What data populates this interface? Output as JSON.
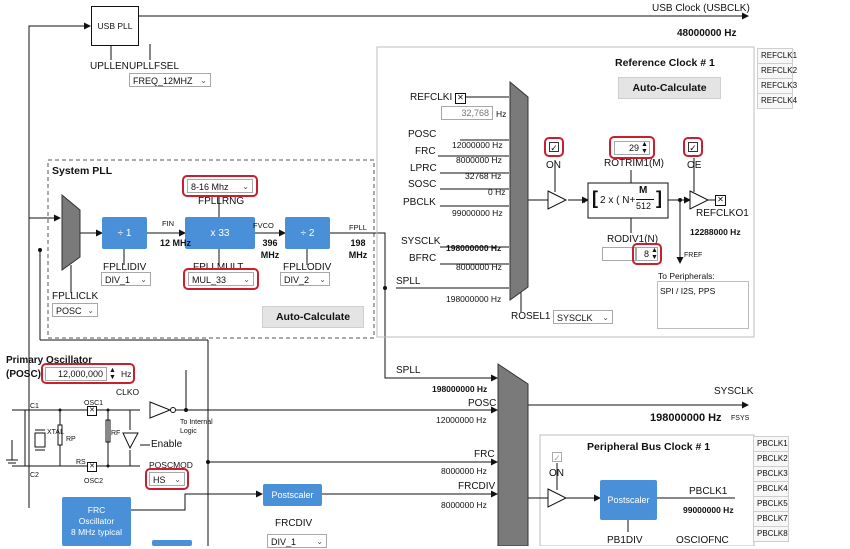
{
  "usb": {
    "pll_label": "USB PLL",
    "clock_label": "USB Clock (USBCLK)",
    "clock_value": "48000000 Hz",
    "upllen": "UPLLEN",
    "upllfsel": "UPLLFSEL",
    "upllfsel_value": "FREQ_12MHZ"
  },
  "sys_pll": {
    "title": "System PLL",
    "div1_label": "÷ 1",
    "mul_label": "x 33",
    "div2_label": "÷ 2",
    "fin": "FIN",
    "fin_value": "12 MHz",
    "fvco": "FVCO",
    "fvco_value": "396 MHz",
    "fpll": "FPLL",
    "fpll_value": "198 MHz",
    "fpllrng": "FPLLRNG",
    "fpllrng_value": "8-16 Mhz",
    "fpllidiv": "FPLLIDIV",
    "fpllidiv_value": "DIV_1",
    "fpllmult": "FPLLMULT",
    "fpllmult_value": "MUL_33",
    "fpllodiv": "FPLLODIV",
    "fpllodiv_value": "DIV_2",
    "fpllclk": "FPLLICLK",
    "fpllclk_value": "POSC",
    "auto_calc": "Auto-Calculate"
  },
  "refclk": {
    "title": "Reference Clock # 1",
    "auto_calc": "Auto-Calculate",
    "tabs": [
      "REFCLK1",
      "REFCLK2",
      "REFCLK3",
      "REFCLK4"
    ],
    "refclki": "REFCLKI",
    "refclki_value": "32,768",
    "hz": "Hz",
    "inputs": [
      {
        "name": "POSC",
        "value": "12000000 Hz"
      },
      {
        "name": "FRC",
        "value": "8000000 Hz"
      },
      {
        "name": "LPRC",
        "value": "32768 Hz"
      },
      {
        "name": "SOSC",
        "value": "0 Hz"
      },
      {
        "name": "PBCLK",
        "value": "99000000 Hz"
      },
      {
        "name": "SYSCLK",
        "value": "198000000 Hz"
      },
      {
        "name": "BFRC",
        "value": "8000000 Hz"
      },
      {
        "name": "SPLL",
        "value": "198000000 Hz"
      }
    ],
    "on": "ON",
    "rotrim_label": "ROTRIM1(M)",
    "rotrim_value": "29",
    "formula_main": "2 x ( N+",
    "formula_m": "M",
    "formula_512": "512",
    "rodiv_label": "RODIV1(N)",
    "rodiv_value": "8",
    "oe": "OE",
    "refclko": "REFCLKO1",
    "refclko_value": "12288000 Hz",
    "fref": "FREF",
    "to_peripherals": "To Peripherals:",
    "peripherals": "SPI / I2S, PPS",
    "rosel": "ROSEL1",
    "rosel_value": "SYSCLK"
  },
  "posc": {
    "title_line1": "Primary Oscillator",
    "title_line2": "(POSC)",
    "freq_value": "12,000,000",
    "hz": "Hz",
    "clko": "CLKO",
    "c1": "C1",
    "c2": "C2",
    "xtal": "XTAL",
    "rp": "RP",
    "rf": "RF",
    "rs": "RS",
    "osc1": "OSC1",
    "osc2": "OSC2",
    "to_internal_line1": "To Internal",
    "to_internal_line2": "Logic",
    "enable": "Enable",
    "poscmod": "POSCMOD",
    "poscmod_value": "HS"
  },
  "frc": {
    "line1": "FRC",
    "line2": "Oscillator",
    "line3": "8 MHz typical",
    "postscaler": "Postscaler",
    "frcdiv": "FRCDIV",
    "frcdiv_value": "DIV_1"
  },
  "sysclk": {
    "spll": "SPLL",
    "spll_value": "198000000 Hz",
    "posc": "POSC",
    "posc_value": "12000000 Hz",
    "frc": "FRC",
    "frc_value": "8000000 Hz",
    "frcdiv": "FRCDIV",
    "frcdiv_value": "8000000 Hz",
    "label": "SYSCLK",
    "value": "198000000 Hz",
    "fsys": "FSYS"
  },
  "pbclk": {
    "title": "Peripheral Bus Clock # 1",
    "on": "ON",
    "postscaler": "Postscaler",
    "out": "PBCLK1",
    "out_value": "99000000 Hz",
    "div_label": "PB1DIV",
    "oscioenc": "OSCIOFNC",
    "tabs": [
      "PBCLK1",
      "PBCLK2",
      "PBCLK3",
      "PBCLK4",
      "PBCLK5",
      "PBCLK7",
      "PBCLK8"
    ]
  },
  "colors": {
    "block": "#4a90d9",
    "highlight": "#c8202f",
    "mux": "#7a7a7a"
  }
}
